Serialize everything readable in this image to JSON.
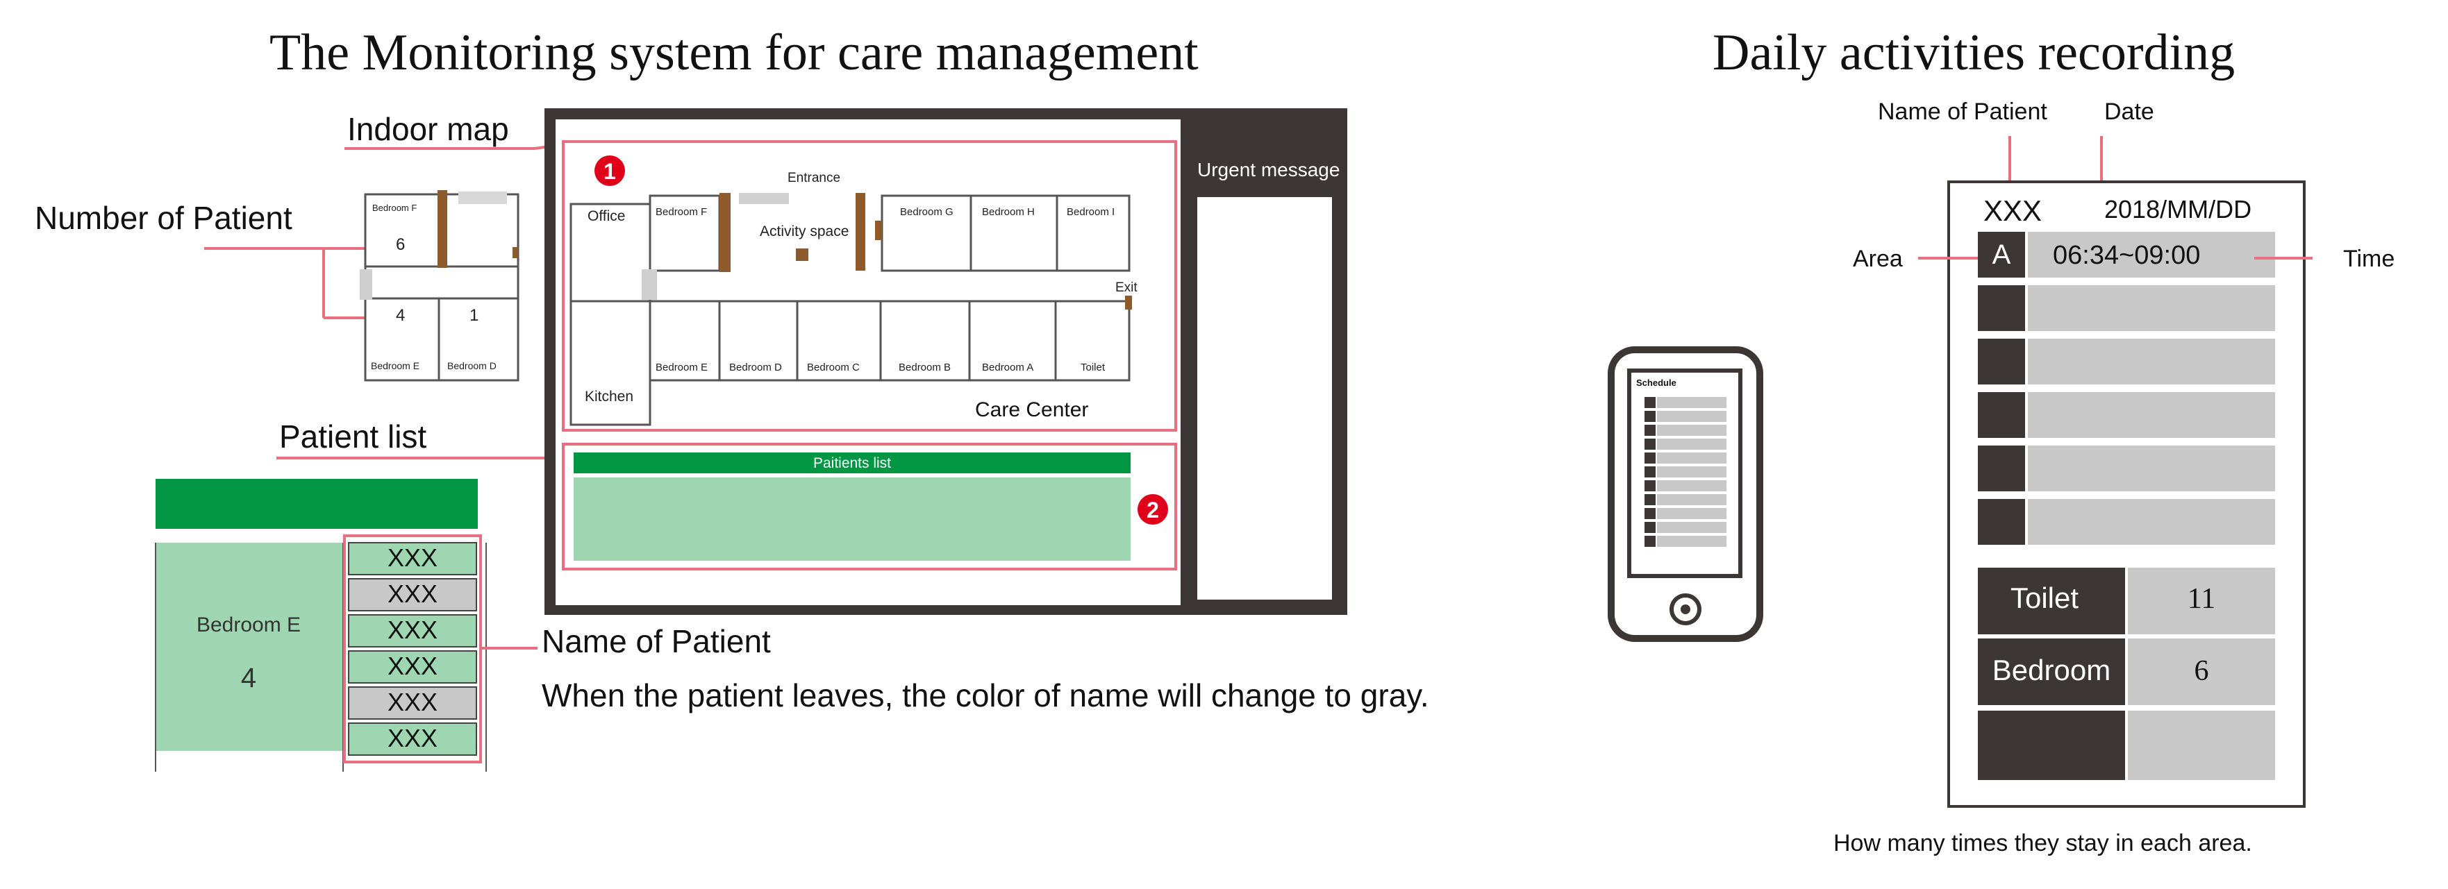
{
  "left": {
    "title": "The Monitoring system for care management",
    "labels": {
      "indoor_map": "Indoor map",
      "number_of_patient": "Number of Patient",
      "patient_list": "Patient list",
      "name_of_patient": "Name of Patient",
      "gray_note": "When the patient leaves, the color of name will change to gray."
    },
    "minimap": {
      "rooms": {
        "bedroom_f": "Bedroom F",
        "bedroom_e": "Bedroom E",
        "bedroom_d": "Bedroom D"
      },
      "counts": {
        "bedroom_f": "6",
        "bedroom_e": "4",
        "bedroom_d": "1"
      }
    },
    "screen": {
      "rooms": {
        "office": "Office",
        "bedroom_f": "Bedroom F",
        "entrance": "Entrance",
        "activity_space": "Activity space",
        "bedroom_g": "Bedroom G",
        "bedroom_h": "Bedroom H",
        "bedroom_i": "Bedroom I",
        "exit": "Exit",
        "kitchen": "Kitchen",
        "bedroom_e": "Bedroom E",
        "bedroom_d": "Bedroom D",
        "bedroom_c": "Bedroom C",
        "bedroom_b": "Bedroom B",
        "bedroom_a": "Bedroom A",
        "toilet": "Toilet"
      },
      "care_center": "Care Center",
      "patients_list_header": "Paitients list",
      "urgent_message": "Urgent message",
      "badge_map": "1",
      "badge_list": "2"
    },
    "room_detail": {
      "room": "Bedroom E",
      "count": "4",
      "names": [
        {
          "text": "XXX",
          "present": true
        },
        {
          "text": "XXX",
          "present": false
        },
        {
          "text": "XXX",
          "present": true
        },
        {
          "text": "XXX",
          "present": true
        },
        {
          "text": "XXX",
          "present": false
        },
        {
          "text": "XXX",
          "present": true
        }
      ]
    }
  },
  "right": {
    "title": "Daily activities recording",
    "labels": {
      "name_of_patient": "Name of Patient",
      "date": "Date",
      "area": "Area",
      "time": "Time"
    },
    "record": {
      "patient": "XXX",
      "date": "2018/MM/DD",
      "first_area": "A",
      "first_time": "06:34~09:00",
      "summary": [
        {
          "area": "Toilet",
          "count": "11"
        },
        {
          "area": "Bedroom",
          "count": "6"
        },
        {
          "area": "",
          "count": ""
        }
      ]
    },
    "phone_screen_title": "Schedule",
    "footer": "How many times they stay in each area."
  },
  "colors": {
    "accent_red": "#e8707e",
    "badge_red": "#e0001a",
    "dark_frame": "#3c3634",
    "green_header": "#009644",
    "light_green": "#9dd6b0",
    "light_gray": "#c8c8c8",
    "door_brown": "#8c5a2b"
  }
}
